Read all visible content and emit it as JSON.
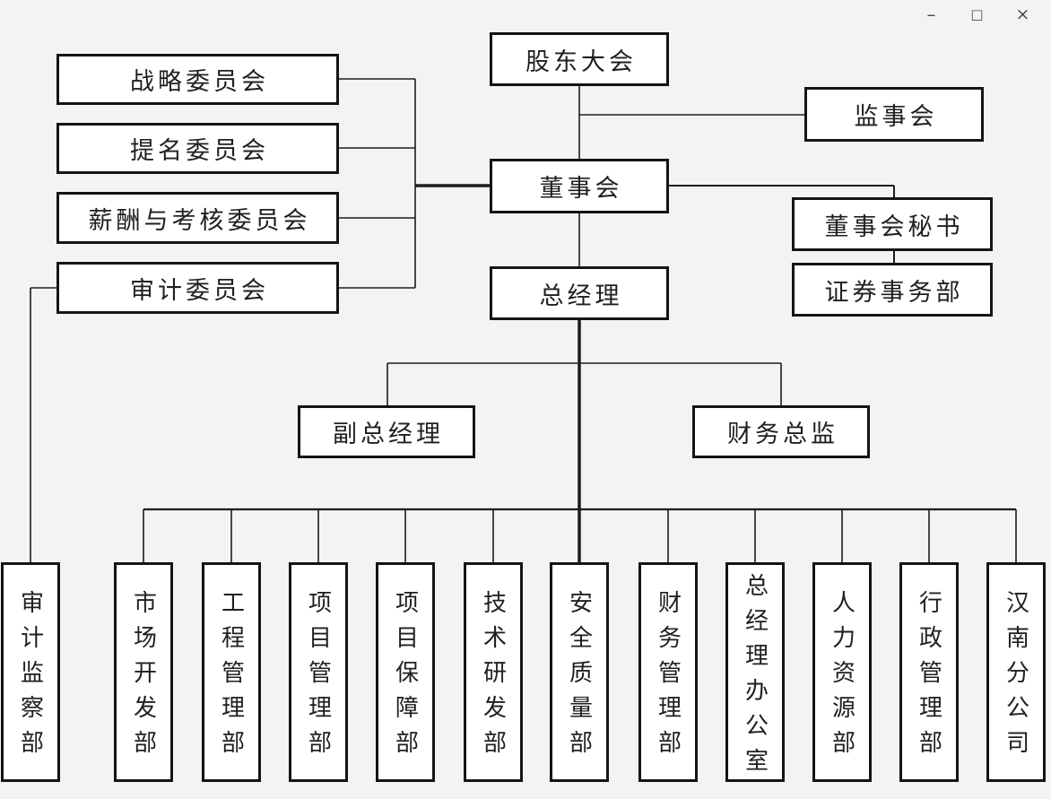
{
  "window": {
    "controls": {
      "minimize": "–",
      "maximize": "□",
      "close": "×"
    }
  },
  "org_chart": {
    "type": "organization-chart",
    "nodes": {
      "shareholders": {
        "label": "股东大会"
      },
      "strategy_committee": {
        "label": "战略委员会"
      },
      "nomination_committee": {
        "label": "提名委员会"
      },
      "remuneration_committee": {
        "label": "薪酬与考核委员会"
      },
      "audit_committee": {
        "label": "审计委员会"
      },
      "supervisory_board": {
        "label": "监事会"
      },
      "board": {
        "label": "董事会"
      },
      "board_secretary": {
        "label": "董事会秘书"
      },
      "securities_dept": {
        "label": "证券事务部"
      },
      "general_manager": {
        "label": "总经理"
      },
      "deputy_general_manager": {
        "label": "副总经理"
      },
      "cfo": {
        "label": "财务总监"
      }
    },
    "departments": [
      {
        "label": "审计监察部"
      },
      {
        "label": "市场开发部"
      },
      {
        "label": "工程管理部"
      },
      {
        "label": "项目管理部"
      },
      {
        "label": "项目保障部"
      },
      {
        "label": "技术研发部"
      },
      {
        "label": "安全质量部"
      },
      {
        "label": "财务管理部"
      },
      {
        "label": "总经理办公室"
      },
      {
        "label": "人力资源部"
      },
      {
        "label": "行政管理部"
      },
      {
        "label": "汉南分公司"
      }
    ],
    "colors": {
      "background": "#f3f3f3",
      "box_fill": "#ffffff",
      "box_border": "#141414",
      "line": "#1c1c1c",
      "text": "#1f1f1f"
    }
  }
}
